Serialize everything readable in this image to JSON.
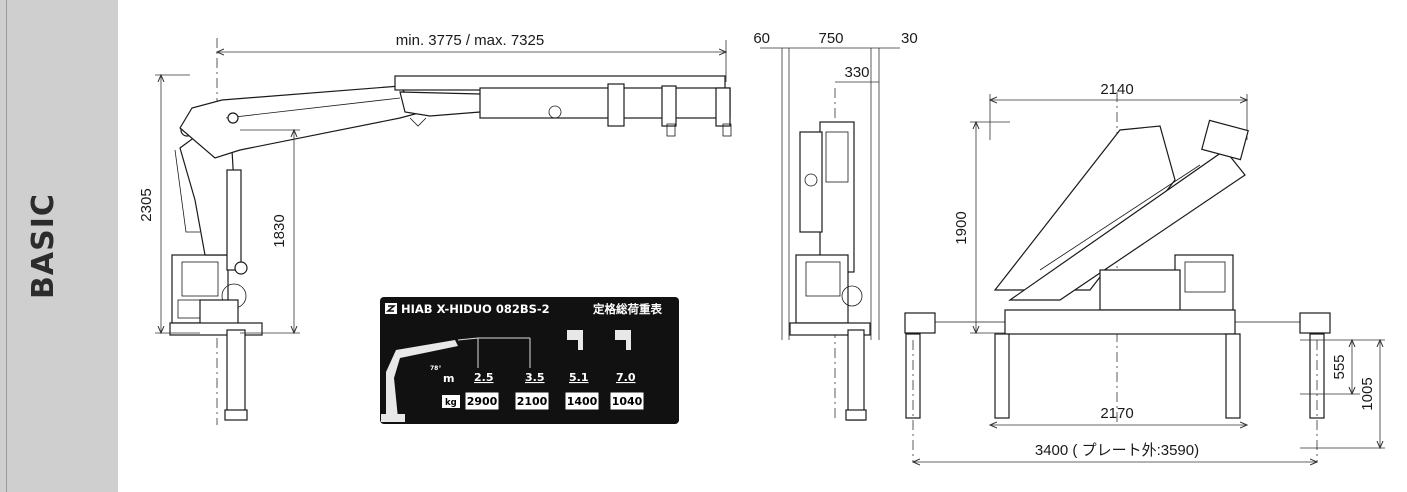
{
  "sidebar": {
    "label": "BASIC"
  },
  "dimensions": {
    "reach": "min. 3775 / max. 7325",
    "height_total": "2305",
    "height_pivot": "1830",
    "side_left_gap": "60",
    "side_width": "750",
    "side_right_gap": "30",
    "side_offset": "330",
    "rear_width_top": "2140",
    "rear_height": "1900",
    "rear_outrigger_width": "2170",
    "rear_span": "3400 ( プレート外:3590)",
    "leg_stroke": "555",
    "leg_total": "1005"
  },
  "load_table": {
    "icon_name": "hiab-logo-icon",
    "model": "HIAB X-HIDUO 082BS-2",
    "caption": "定格総荷重表",
    "angle_label": "78°",
    "unit_length": "m",
    "unit_weight": "kg",
    "reach_values": [
      "2.5",
      "3.5",
      "5.1",
      "7.0"
    ],
    "load_values": [
      "2900",
      "2100",
      "1400",
      "1040"
    ]
  }
}
